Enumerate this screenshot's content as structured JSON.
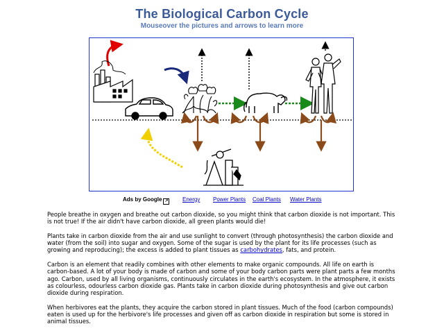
{
  "header": {
    "title": "The Biological Carbon Cycle",
    "subtitle": "Mouseover the pictures and arrows to learn more"
  },
  "ads": {
    "label": "Ads by Google",
    "links": [
      "Energy",
      "Power Plants",
      "Coal Plants",
      "Water Plants"
    ]
  },
  "content": {
    "p1": "People breathe in oxygen and breathe out carbon dioxide, so you might think that carbon dioxide is not important. This is not true! If the air didn't have carbon dioxide, all green plants would die!",
    "p2_before": "Plants take in carbon dioxide from the air and use sunlight to convert (through photosynthesis) the carbon dioxide and water (from the soil) into sugar and oxygen. Some of the sugar is used by the plant for its life processes (such as growing and reproducing); the excess is added to plant tissues as ",
    "p2_link": "carbohydrates",
    "p2_after": ", fats, and protein.",
    "p3": "Carbon is an element that readily combines with other elements to make organic compounds. All life on earth is carbon-based. A lot of your body is made of carbon and some of your body carbon parts were plant parts a few months ago. Carbon, used by all living organisms, continuously circulates in the earth's ecosystem. In the atmosphere, it exists as colourless, odourless carbon dioxide gas. Plants take in carbon dioxide during photosynthesis and give out carbon dioxide during respiration.",
    "p4": "When herbivores eat the plants, they acquire the carbon stored in plant tissues. Much of the food (carbon compounds) eaten is used up for the herbivore's life processes and given off as carbon dioxide in respiration but some is stored in animal tissues."
  },
  "colors": {
    "title": "#3a5a9a",
    "diagram_border": "#2233cc",
    "red_arrow": "#e00000",
    "navy_arrow": "#1a2a7a",
    "yellow_arrow": "#f0d000",
    "green_arrow": "#1a8a1a",
    "brown_arrow": "#8a4a1a",
    "link": "#0000cc"
  }
}
